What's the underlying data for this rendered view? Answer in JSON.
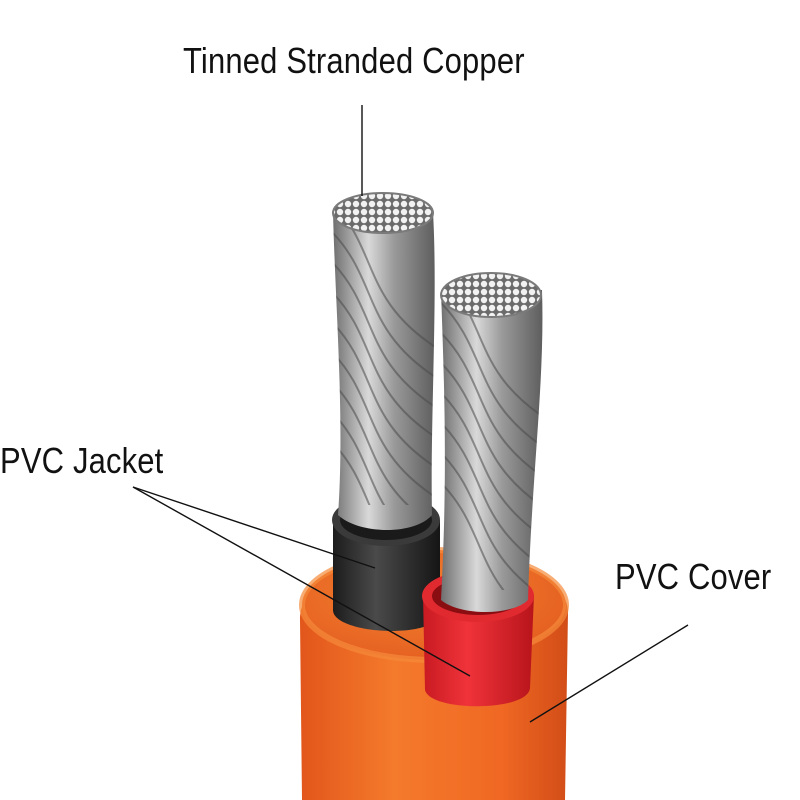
{
  "labels": {
    "copper": "Tinned Stranded Copper",
    "jacket": "PVC Jacket",
    "cover": "PVC Cover"
  },
  "colors": {
    "cover": "#f26a21",
    "cover_shade": "#d9531a",
    "cover_top": "#e86424",
    "jacket_black": "#2a2a2a",
    "jacket_red": "#e8242a",
    "copper_strand": "#a9a9a9",
    "leader_line": "#111111"
  }
}
